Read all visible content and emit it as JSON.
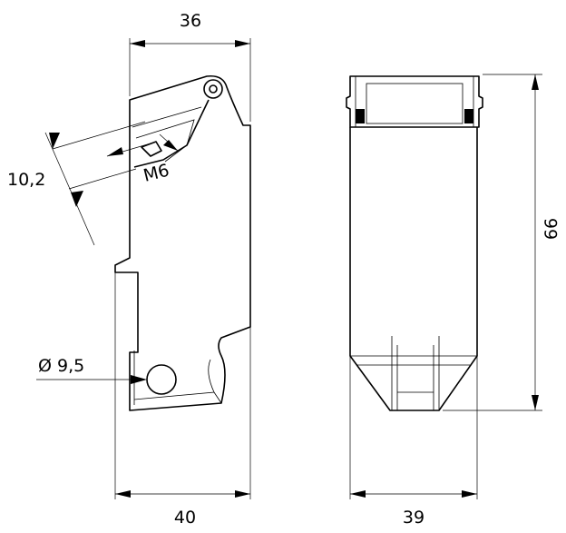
{
  "dimensions": {
    "top_width": "36",
    "bottom_width_side": "40",
    "bottom_width_front": "39",
    "height": "66",
    "slot_offset": "10,2",
    "thread": "M6",
    "hole_diameter": "Ø 9,5"
  }
}
